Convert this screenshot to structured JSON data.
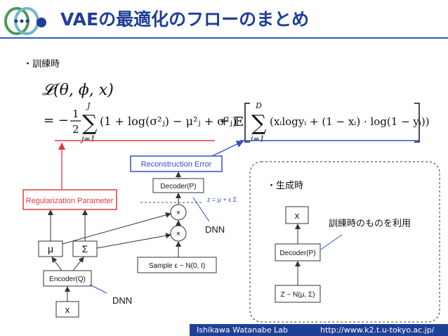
{
  "slide": {
    "title": "VAEの最適化のフローのまとめ",
    "section_train": "・訓練時",
    "section_generate": "・生成時",
    "reuse_note": "訓練時のものを利用"
  },
  "equation": {
    "lhs": "𝓛(θ, ϕ, x)",
    "row2_prefix": "= −",
    "half_num": "1",
    "half_den": "2",
    "sum1_upper": "J",
    "sum1_lower": "j=1",
    "kl_terms": "(1 + log(σ²ⱼ) − μ²ⱼ + σ²ⱼ)",
    "plus": "+",
    "expect": "𝔼",
    "sum2_upper": "D",
    "sum2_lower": "i=1",
    "recon_terms": "(xᵢlogyᵢ + (1 − xᵢ) · log(1 − yᵢ))"
  },
  "diagram_train": {
    "input": "x",
    "encoder": "Encoder(Q)",
    "mu": "μ",
    "sigma": "Σ",
    "reg_param": "Regularization Parameter",
    "mult": "×",
    "noise": "Sample ε ~ N(0, I)",
    "reparam": "z = μ + ε Σ",
    "decoder": "Decoder(P)",
    "recon_error": "Reconstruction Error",
    "dnn_encoder_label": "DNN",
    "dnn_decoder_label": "DNN"
  },
  "diagram_gen": {
    "output": "x",
    "decoder": "Decoder(P)",
    "prior": "Z ~ N(μ, Σ)"
  },
  "footer": {
    "lab": "Ishikawa Watanabe Lab",
    "url": "http://www.k2.t.u-tokyo.ac.jp/"
  },
  "colors": {
    "title": "#1f3f97",
    "red": "#e23b3b",
    "blue": "#3050c8",
    "logo_green": "#4a9a5a"
  }
}
